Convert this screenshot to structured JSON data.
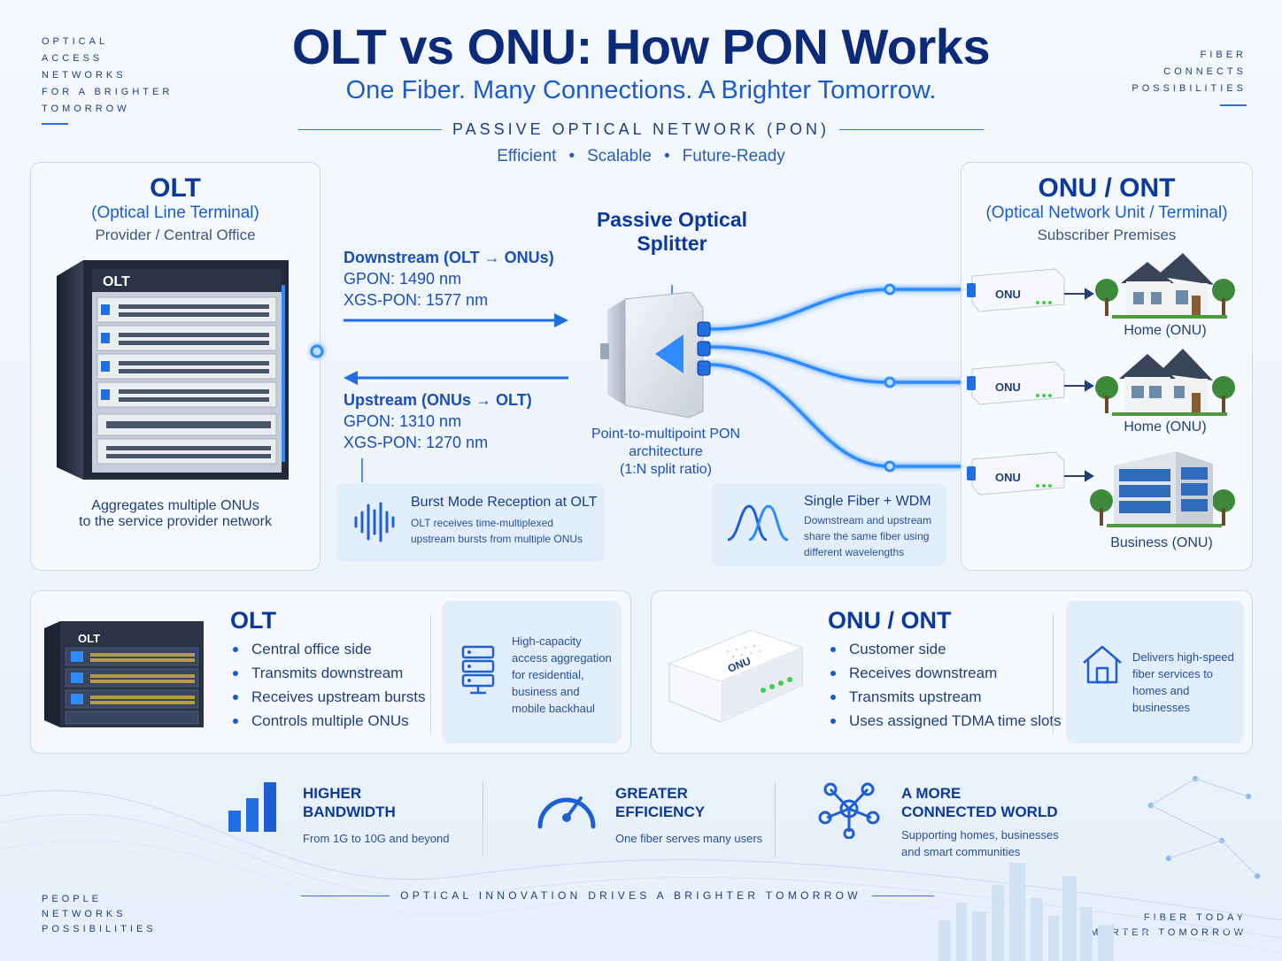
{
  "header": {
    "title": "OLT vs ONU: How PON Works",
    "subtitle": "One Fiber. Many Connections. A Brighter Tomorrow.",
    "pon_label": "PASSIVE OPTICAL NETWORK (PON)",
    "tags": [
      "Efficient",
      "Scalable",
      "Future-Ready"
    ]
  },
  "corners": {
    "top_left": [
      "OPTICAL",
      "ACCESS",
      "NETWORKS",
      "FOR A BRIGHTER",
      "TOMORROW"
    ],
    "top_right": [
      "FIBER",
      "CONNECTS",
      "POSSIBILITIES"
    ],
    "bottom_left": [
      "PEOPLE",
      "NETWORKS",
      "POSSIBILITIES"
    ],
    "bottom_right": [
      "FIBER TODAY",
      "A SMARTER TOMORROW"
    ]
  },
  "olt_panel": {
    "title": "OLT",
    "subtitle": "(Optical Line Terminal)",
    "location": "Provider / Central Office",
    "device_label": "OLT",
    "caption_line1": "Aggregates multiple ONUs",
    "caption_line2": "to the service provider network"
  },
  "downstream": {
    "title": "Downstream (OLT → ONUs)",
    "gpon": "GPON: 1490 nm",
    "xgs": "XGS-PON: 1577 nm"
  },
  "upstream": {
    "title": "Upstream (ONUs → OLT)",
    "gpon": "GPON: 1310 nm",
    "xgs": "XGS-PON: 1270 nm"
  },
  "splitter": {
    "title_line1": "Passive Optical",
    "title_line2": "Splitter",
    "caption_line1": "Point-to-multipoint PON",
    "caption_line2": "architecture",
    "caption_line3": "(1:N split ratio)"
  },
  "burst_card": {
    "title": "Burst Mode Reception at OLT",
    "text_line1": "OLT receives time-multiplexed",
    "text_line2": "upstream bursts from multiple ONUs"
  },
  "wdm_card": {
    "title": "Single Fiber + WDM",
    "text_line1": "Downstream and upstream",
    "text_line2": "share the same fiber using",
    "text_line3": "different wavelengths"
  },
  "onu_panel": {
    "title": "ONU / ONT",
    "subtitle": "(Optical Network Unit / Terminal)",
    "location": "Subscriber Premises",
    "device_label": "ONU",
    "endpoints": [
      {
        "label": "Home (ONU)"
      },
      {
        "label": "Home (ONU)"
      },
      {
        "label": "Business (ONU)"
      }
    ]
  },
  "olt_summary": {
    "title": "OLT",
    "device_label": "OLT",
    "bullets": [
      "Central office side",
      "Transmits downstream",
      "Receives upstream bursts",
      "Controls multiple ONUs"
    ],
    "card_lines": [
      "High-capacity",
      "access aggregation",
      "for residential,",
      "business and",
      "mobile backhaul"
    ]
  },
  "onu_summary": {
    "title": "ONU / ONT",
    "device_label": "ONU",
    "bullets": [
      "Customer side",
      "Receives downstream",
      "Transmits upstream",
      "Uses assigned TDMA time slots"
    ],
    "card_lines": [
      "Delivers high-speed",
      "fiber services to",
      "homes and businesses"
    ]
  },
  "features": [
    {
      "title_line1": "HIGHER",
      "title_line2": "BANDWIDTH",
      "text_line1": "From 1G to 10G and beyond",
      "text_line2": ""
    },
    {
      "title_line1": "GREATER",
      "title_line2": "EFFICIENCY",
      "text_line1": "One fiber serves many users",
      "text_line2": ""
    },
    {
      "title_line1": "A MORE",
      "title_line2": "CONNECTED WORLD",
      "text_line1": "Supporting homes, businesses",
      "text_line2": "and smart communities"
    }
  ],
  "footer": {
    "tagline": "OPTICAL INNOVATION DRIVES A BRIGHTER TOMORROW"
  },
  "colors": {
    "navy": "#0b2a78",
    "accent_blue": "#1a5dc9",
    "fiber_blue": "#2f8cff",
    "panel_border": "#c9d9ef",
    "card_bg": "#e2eefb"
  }
}
